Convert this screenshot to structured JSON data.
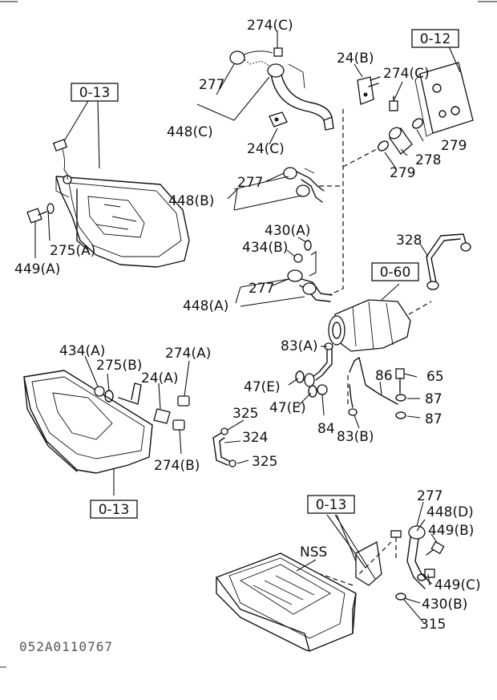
{
  "labels": {
    "l274c_top": "274(C)",
    "l277_top": "277",
    "l448c": "448(C)",
    "l24c": "24(C)",
    "l24b": "24(B)",
    "l274c_right": "274(C)",
    "l279a": "279",
    "l278": "278",
    "l279b": "279",
    "l277_mid": "277",
    "l448b": "448(B)",
    "l430a": "430(A)",
    "l434b": "434(B)",
    "l277_low": "277",
    "l448a": "448(A)",
    "l328": "328",
    "l275a": "275(A)",
    "l449a": "449(A)",
    "l434a": "434(A)",
    "l275b": "275(B)",
    "l274a": "274(A)",
    "l24a": "24(A)",
    "l274b": "274(B)",
    "l83a": "83(A)",
    "l47e_top": "47(E)",
    "l47e_bot": "47(E)",
    "l84": "84",
    "l86": "86",
    "l65": "65",
    "l87a": "87",
    "l87b": "87",
    "l83b": "83(B)",
    "l325_top": "325",
    "l324": "324",
    "l325_bot": "325",
    "l277_br": "277",
    "l448d": "448(D)",
    "l449b": "449(B)",
    "l449c": "449(C)",
    "l430b": "430(B)",
    "l315": "315",
    "lnss": "NSS"
  },
  "reference_boxes": {
    "ref_012": "0-12",
    "ref_013_top": "0-13",
    "ref_060": "0-60",
    "ref_013_left": "0-13",
    "ref_013_br": "0-13"
  },
  "drawing_code": "052A0110767"
}
